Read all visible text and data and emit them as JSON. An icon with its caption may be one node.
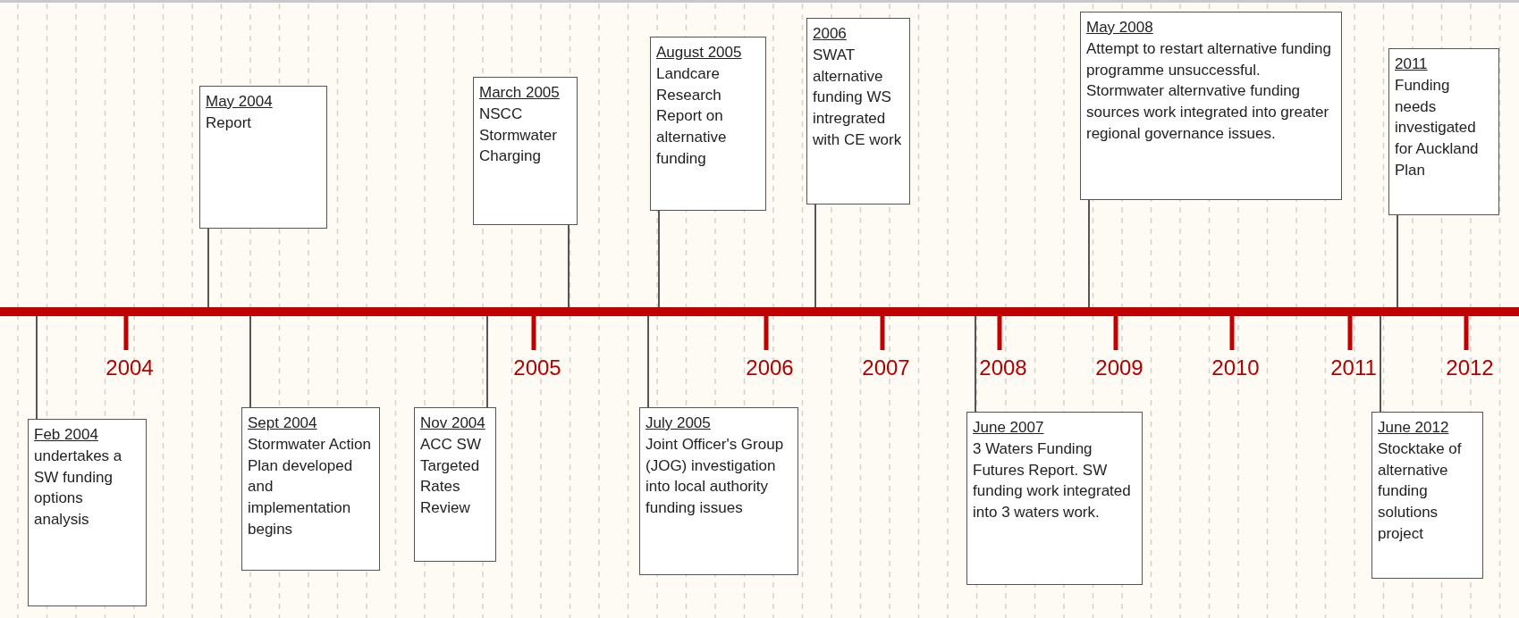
{
  "diagram": {
    "nodes": [
      {
        "text": [
          "Feb 2004",
          "undertakes a SW funding options analysis"
        ]
      },
      {
        "text": [
          "May 2004",
          "Report"
        ]
      },
      {
        "text": [
          "Sept 2004",
          "Stormwater Action Plan developed and implementation begins"
        ]
      },
      {
        "text": [
          "Nov 2004",
          "ACC SW Targeted Rates Review"
        ]
      },
      {
        "text": [
          "March 2005",
          "NSCC Stormwater Charging"
        ]
      },
      {
        "text": [
          "July 2005",
          "Joint Officer's Group (JOG) investigation into local authority funding issues"
        ]
      },
      {
        "text": [
          "August 2005",
          "Landcare Research Report on alternative funding"
        ]
      },
      {
        "text": [
          "2006",
          "SWAT alternative funding WS intregrated with CE work"
        ]
      },
      {
        "text": [
          "June 2007",
          "3 Waters Funding Futures Report. SW funding work integrated into 3 waters work."
        ]
      },
      {
        "text": [
          "May 2008",
          "Attempt to restart alternative funding programme unsuccessful. Stormwater alternvative funding sources work integrated into greater regional governance issues."
        ]
      },
      {
        "text": [
          "2011",
          "Funding needs investigated for Auckland Plan"
        ]
      },
      {
        "text": [
          "June 2012",
          "Stocktake of alternative funding solutions project"
        ]
      }
    ],
    "edges": [
      {
        "from": 0,
        "to": null,
        "arrow": "none"
      },
      {
        "from": 1,
        "to": null,
        "arrow": "none"
      },
      {
        "from": 2,
        "to": null,
        "arrow": "none"
      },
      {
        "from": 3,
        "to": null,
        "arrow": "none"
      },
      {
        "from": 4,
        "to": null,
        "arrow": "none"
      },
      {
        "from": 5,
        "to": null,
        "arrow": "none"
      },
      {
        "from": 6,
        "to": null,
        "arrow": "none"
      },
      {
        "from": 7,
        "to": null,
        "arrow": "none"
      },
      {
        "from": 8,
        "to": null,
        "arrow": "none"
      },
      {
        "from": 9,
        "to": null,
        "arrow": "none"
      },
      {
        "from": 10,
        "to": null,
        "arrow": "none"
      },
      {
        "from": 11,
        "to": null,
        "arrow": "none"
      }
    ],
    "labels": [
      "2004",
      "2005",
      "2006",
      "2007",
      "2008",
      "2009",
      "2010",
      "2011",
      "2012"
    ]
  }
}
